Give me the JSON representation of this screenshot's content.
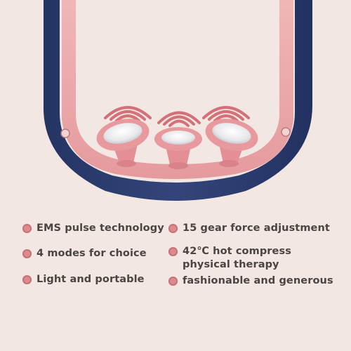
{
  "features": {
    "left": [
      {
        "label": "EMS pulse technology"
      },
      {
        "label": "4 modes for choice"
      },
      {
        "label": "Light and portable"
      }
    ],
    "right": [
      {
        "label": "15 gear force adjustment"
      },
      {
        "label": "42℃ hot compress physical therapy"
      },
      {
        "label": "fashionable and generous"
      }
    ]
  },
  "colors": {
    "background": "#f2e7e2",
    "navy": "#2b3a66",
    "pink": "#e9a6a8",
    "bullet": "#d98b8e",
    "text": "#4a4444"
  },
  "icons": {
    "massage_heads": "massage-head-icon",
    "waves": "heat-wave-icon"
  }
}
